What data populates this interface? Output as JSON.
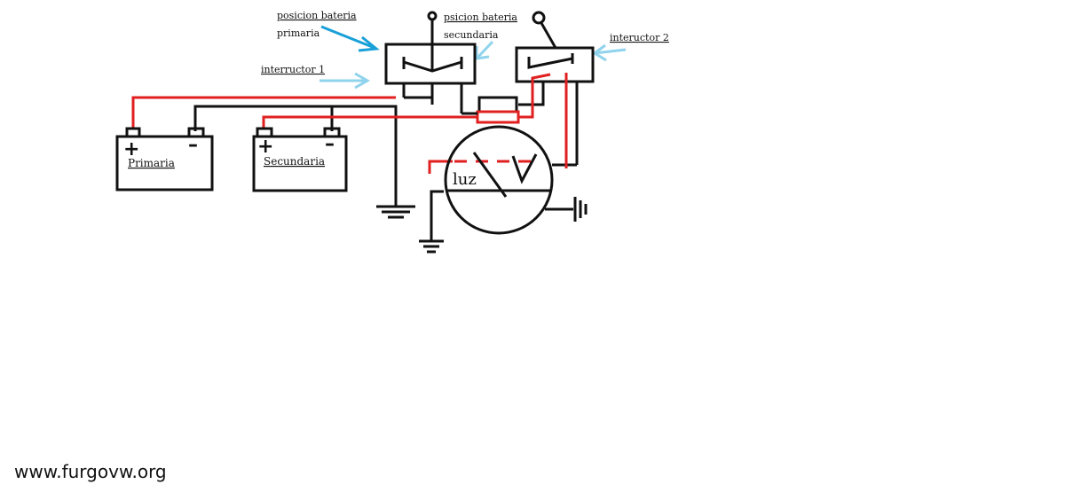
{
  "labels": {
    "posicion_bateria_primaria_line1": "posicion bateria",
    "posicion_bateria_primaria_line2": "primaria",
    "posicion_bateria_secundaria_line1": "psicion bateria",
    "posicion_bateria_secundaria_line2": "secundaria",
    "interruptor_1": "interructor 1",
    "interruptor_2": "inteructor 2",
    "battery_primary": "Primaria",
    "battery_secondary": "Secundaria",
    "light": "luz",
    "plus": "+",
    "minus": "–"
  },
  "watermark": "www.furgovw.org",
  "colors": {
    "wire_black": "#111111",
    "wire_red": "#e02020",
    "arrow_blue": "#1aa0d8",
    "arrow_light_blue": "#8fd3ec"
  }
}
